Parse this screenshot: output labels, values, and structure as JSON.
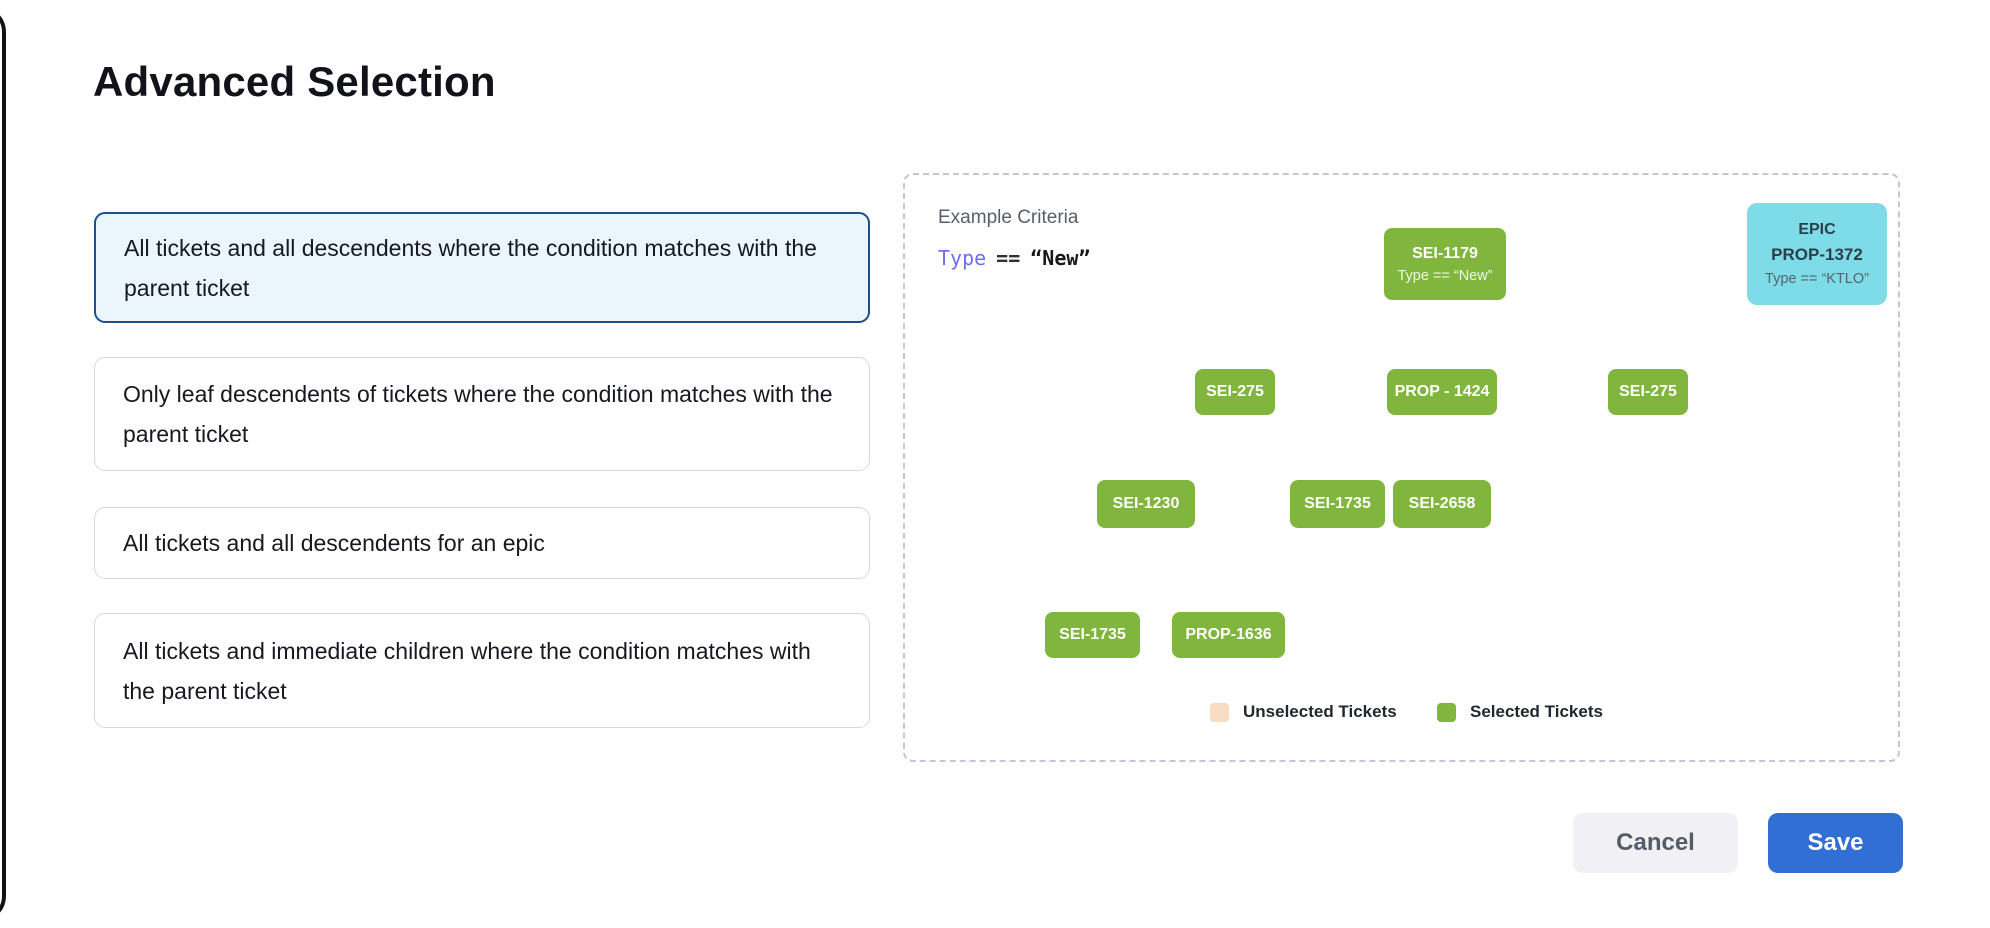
{
  "window": {
    "title": "Advanced Selection"
  },
  "options": [
    {
      "label": "All tickets and all descendents where the condition matches with the parent ticket",
      "selected": true
    },
    {
      "label": "Only leaf descendents of tickets where the condition matches with the parent ticket",
      "selected": false
    },
    {
      "label": "All tickets and all descendents for an epic",
      "selected": false
    },
    {
      "label": "All tickets and immediate children where the condition matches with the parent ticket",
      "selected": false
    }
  ],
  "preview_panel": {
    "criteria_heading": "Example Criteria",
    "criteria": {
      "field": "Type",
      "operator": "==",
      "value": "“New”"
    },
    "epic_card": {
      "type_label": "EPIC",
      "ticket_id": "PROP-1372",
      "condition": "Type == “KTLO”"
    },
    "tree": {
      "root": {
        "id": "SEI-1179",
        "condition": "Type == “New”"
      },
      "level2": [
        "SEI-275",
        "PROP - 1424",
        "SEI-275"
      ],
      "level3": [
        "SEI-1230",
        "SEI-1735",
        "SEI-2658"
      ],
      "level4": [
        "SEI-1735",
        "PROP-1636"
      ]
    },
    "legend": {
      "unselected": {
        "label": "Unselected Tickets",
        "color": "#f8dcc2"
      },
      "selected": {
        "label": "Selected Tickets",
        "color": "#81b63e"
      }
    }
  },
  "actions": {
    "cancel": "Cancel",
    "save": "Save"
  },
  "colors": {
    "selected_option_border": "#1d4f8d",
    "selected_option_bg": "#eaf5fc",
    "option_border": "#d6d7e3",
    "node_green": "#81b63e",
    "epic_cyan": "#7edce9",
    "unselected_peach": "#f8dcc2",
    "save_blue": "#316fd4",
    "cancel_gray": "#f0f0f5",
    "criteria_field_indigo": "#6e6ef2",
    "connector_gray": "#e4e4e8"
  }
}
